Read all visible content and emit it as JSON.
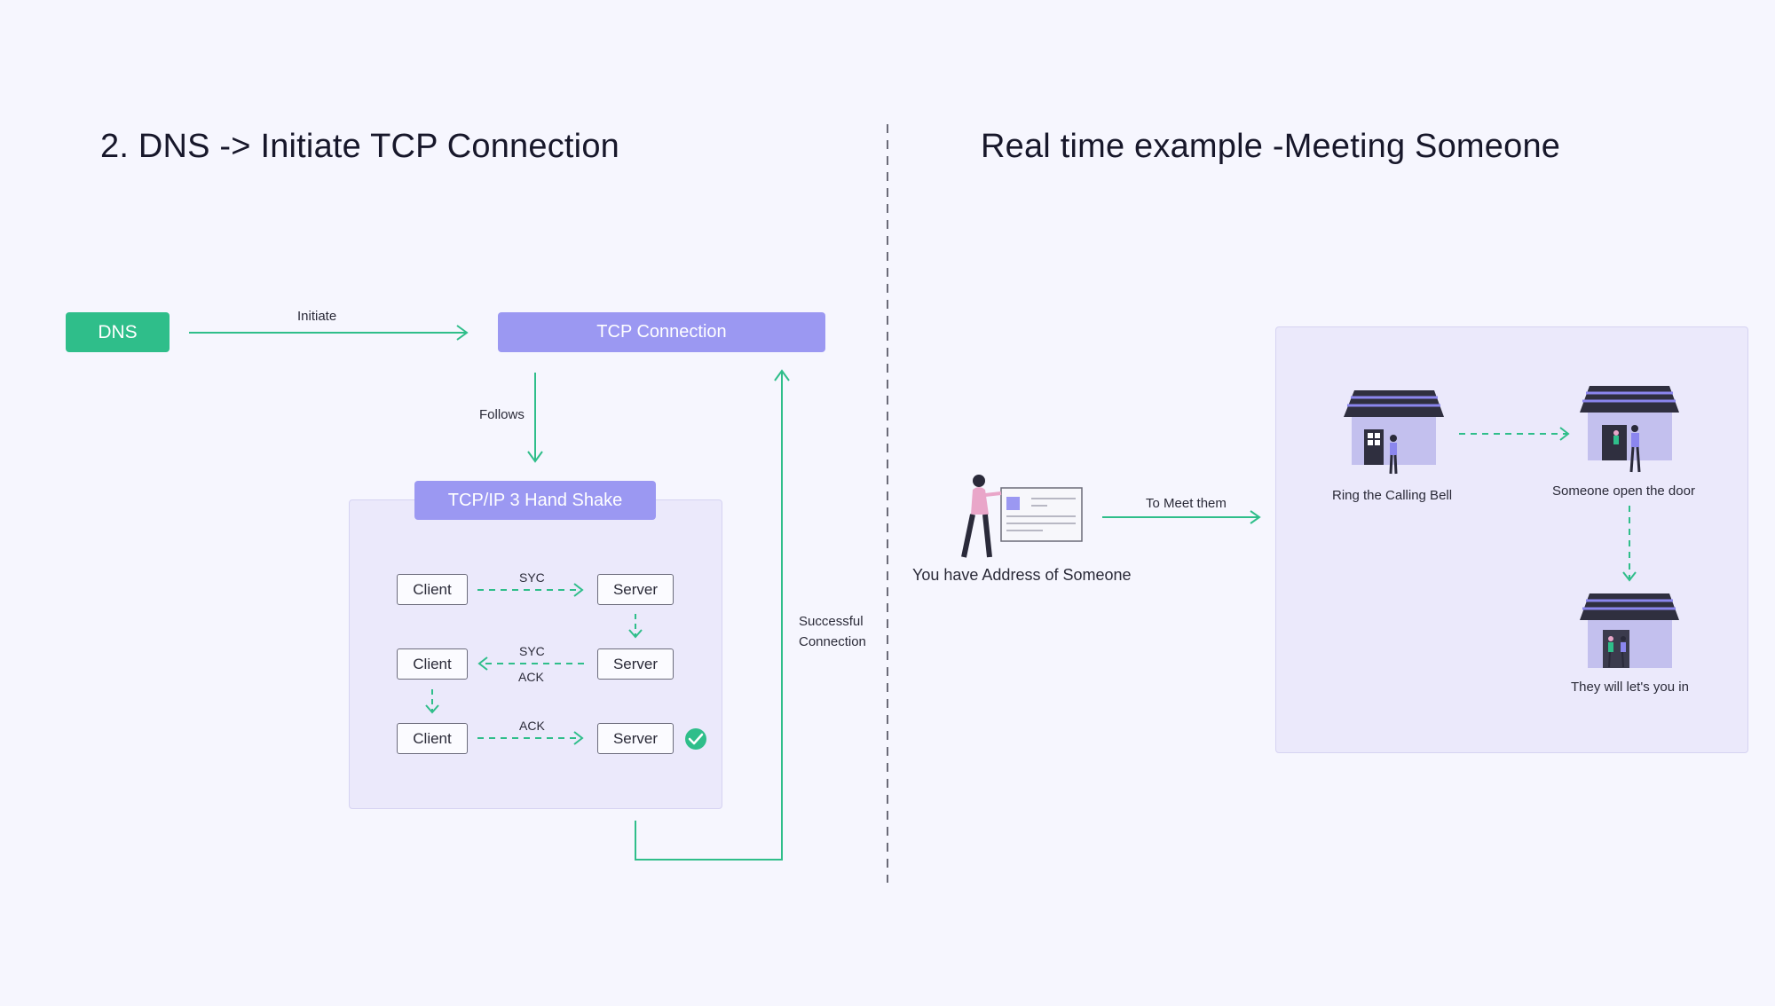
{
  "left": {
    "title": "2. DNS -> Initiate TCP Connection",
    "dns_label": "DNS",
    "initiate_label": "Initiate",
    "tcp_label": "TCP Connection",
    "follows_label": "Follows",
    "handshake_label": "TCP/IP 3 Hand Shake",
    "successful_label_line1": "Successful",
    "successful_label_line2": "Connection",
    "rows": [
      {
        "client": "Client",
        "server": "Server",
        "top_label": "SYC",
        "bottom_label": ""
      },
      {
        "client": "Client",
        "server": "Server",
        "top_label": "SYC",
        "bottom_label": "ACK"
      },
      {
        "client": "Client",
        "server": "Server",
        "top_label": "ACK",
        "bottom_label": ""
      }
    ]
  },
  "right": {
    "title": "Real time example -Meeting Someone",
    "address_label": "You have Address of Someone",
    "meet_label": "To Meet them",
    "step1_label": "Ring the Calling Bell",
    "step2_label": "Someone open the door",
    "step3_label": "They will let's you in"
  },
  "colors": {
    "green": "#2fbe8a",
    "purple": "#9b98f2",
    "panel": "#ebe9fb",
    "background": "#f6f6fe"
  },
  "icons": [
    "check-circle-icon",
    "person-with-card-icon",
    "house-icon"
  ]
}
